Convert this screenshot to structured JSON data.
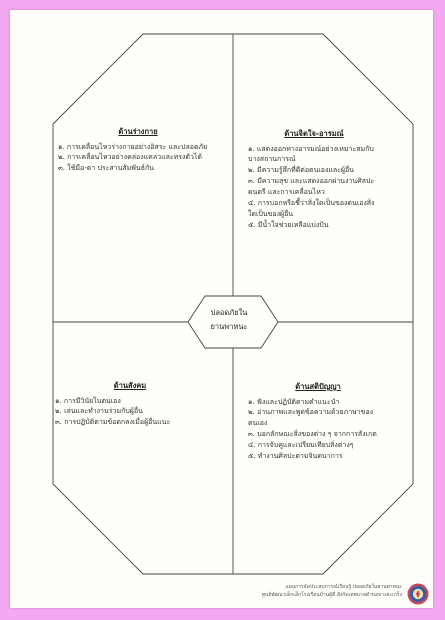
{
  "center": {
    "line1": "ปลอดภัยใน",
    "line2": "ยานพาหนะ"
  },
  "physical": {
    "title": "ด้านร่างกาย",
    "items": [
      "๑. การเคลื่อนไหวร่างกายอย่างอิสระ และปลอดภัย",
      "๒. การเคลื่อนไหวอย่างคล่องแคล่วและทรงตัวได้",
      "๓. ใช้มือ-ตา ประสานสัมพันธ์กัน"
    ]
  },
  "emotional": {
    "title": "ด้านจิตใจ-อารมณ์",
    "items": [
      "๑. แสดงออกทางอารมณ์อย่างเหมาะสมกับบางสถานการณ์",
      "๒. มีความรู้สึกที่ดีต่อตนเองและผู้อื่น",
      "๓. มีความสุข และแสดงออกผ่านงานศิลปะ ดนตรี และการเคลื่อนไหว",
      "๔. การบอกหรือชี้ว่าสิ่งใดเป็นของตนเองสิ่งใดเป็นของผู้อื่น",
      "๕. มีน้ำใจช่วยเหลือแบ่งปัน"
    ]
  },
  "social": {
    "title": "ด้านสังคม",
    "items": [
      "๑. การมีวินัยในตนเอง",
      "๒. เล่นและทำงานร่วมกับผู้อื่น",
      "๓. การปฏิบัติตามข้อตกลงเมื่อผู้อื่นแนะ"
    ]
  },
  "cognitive": {
    "title": "ด้านสติปัญญา",
    "items": [
      "๑. ฟังและปฏิบัติตามคำแนะนำ",
      "๒. อ่านภาพและพูดข้อความด้วยภาษาของตนเอง",
      "๓. บอกลักษณะสิ่งของต่าง ๆ จากการสังเกต",
      "๔. การจับคู่และเปรียบเทียบสิ่งต่างๆ",
      "๕. ทำงานศิลปะตามจินตนาการ"
    ]
  },
  "footer": {
    "line1": "แผนการจัดประสบการณ์เรียนรู้ ปลอดภัยในยานพาหนะ",
    "line2": "ศูนย์พัฒนาเด็กเล็กโรงเรียนบ้านผู้ดี สังกัดเทศบาลตำบลบางจะเกร็ง"
  }
}
